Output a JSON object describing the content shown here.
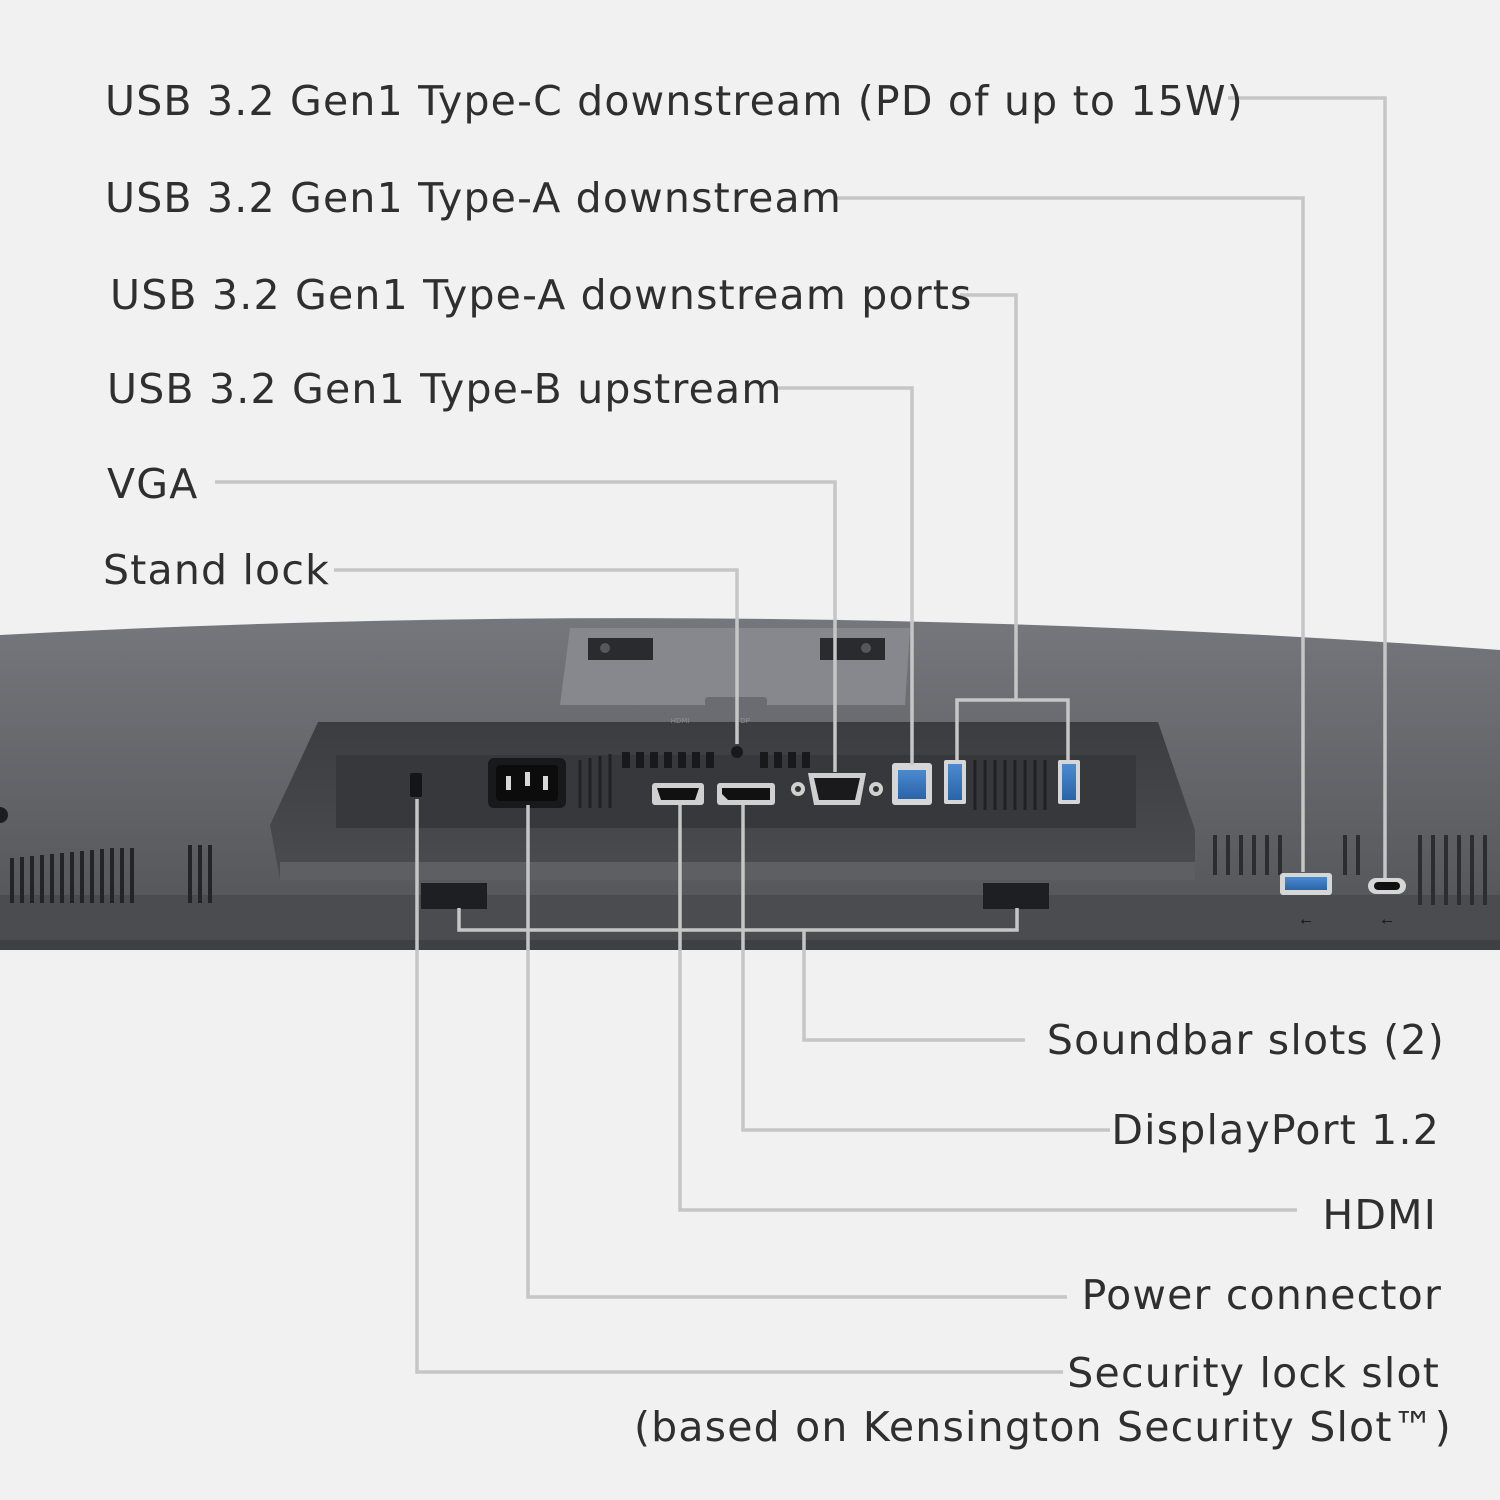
{
  "labels": {
    "usb_c": "USB 3.2 Gen1 Type-C downstream (PD of up to 15W)",
    "usb_a_side": "USB 3.2 Gen1 Type-A downstream",
    "usb_a_ports": "USB 3.2 Gen1 Type-A downstream ports",
    "usb_b": "USB 3.2 Gen1 Type-B upstream",
    "vga": "VGA",
    "stand_lock": "Stand lock",
    "soundbar": "Soundbar slots (2)",
    "displayport": "DisplayPort 1.2",
    "hdmi": "HDMI",
    "power": "Power connector",
    "security_slot": "Security lock slot",
    "security_slot_note": "(based on Kensington Security Slot™)"
  },
  "port_markings": {
    "hdmi": "HDMI",
    "displayport": "DP"
  },
  "colors": {
    "background": "#f1f1f1",
    "label_text": "#2f2f2f",
    "leader_line": "#c6c6c6",
    "monitor_body": "#4c4e52",
    "usb_blue": "#2f6fb7"
  }
}
